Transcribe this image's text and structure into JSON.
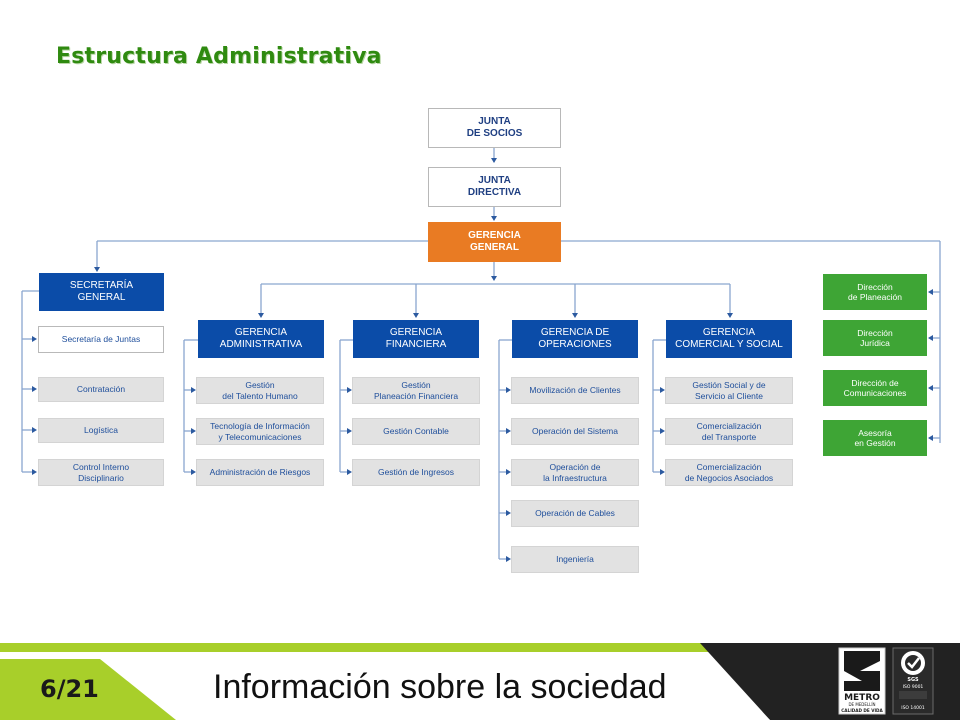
{
  "slide": {
    "title": "Estructura Administrativa",
    "footer_title": "Información sobre la sociedad",
    "page_number": "6/21"
  },
  "colors": {
    "title_green": "#2f8a10",
    "box_blue": "#0b4ca8",
    "box_orange": "#e97b23",
    "box_green": "#3ea535",
    "box_grey": "#e2e2e2",
    "connector": "#8aa6cf",
    "arrow": "#2c5aa0",
    "footer_lime": "#a8cf2a",
    "footer_dark": "#222222"
  },
  "org": {
    "junta_socios": "JUNTA\nDE SOCIOS",
    "junta_directiva": "JUNTA\nDIRECTIVA",
    "gerencia_general": "GERENCIA\nGENERAL",
    "secretaria": {
      "head": "SECRETARÍA\nGENERAL",
      "items": [
        "Secretaría de Juntas",
        "Contratación",
        "Logística",
        "Control Interno\nDisciplinario"
      ]
    },
    "gerencias": [
      {
        "head": "GERENCIA\nADMINISTRATIVA",
        "items": [
          "Gestión\ndel Talento Humano",
          "Tecnología de Información\ny Telecomunicaciones",
          "Administración de Riesgos"
        ]
      },
      {
        "head": "GERENCIA\nFINANCIERA",
        "items": [
          "Gestión\nPlaneación Financiera",
          "Gestión Contable",
          "Gestión de Ingresos"
        ]
      },
      {
        "head": "GERENCIA DE\nOPERACIONES",
        "items": [
          "Movilización de Clientes",
          "Operación del Sistema",
          "Operación de\nla Infraestructura",
          "Operación de Cables",
          "Ingeniería"
        ]
      },
      {
        "head": "GERENCIA\nCOMERCIAL Y SOCIAL",
        "items": [
          "Gestión Social y de\nServicio al Cliente",
          "Comercialización\ndel Transporte",
          "Comercialización\nde Negocios Asociados"
        ]
      }
    ],
    "direcciones": [
      "Dirección\nde Planeación",
      "Dirección\nJurídica",
      "Dirección de\nComunicaciones",
      "Asesoría\nen Gestión"
    ]
  },
  "logo": {
    "brand": "METRO",
    "brand_sub": "DE MEDELLÍN",
    "tagline": "CALIDAD DE VIDA",
    "cert_mark": "SGS",
    "cert_1": "ISO 9001",
    "cert_2": "ISO 14001"
  }
}
